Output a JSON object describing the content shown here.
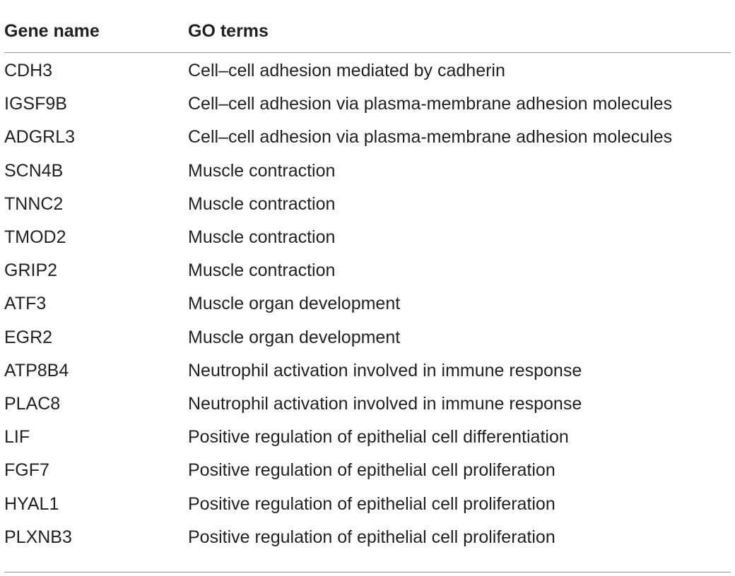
{
  "table": {
    "headers": [
      "Gene name",
      "GO terms"
    ],
    "rows": [
      [
        "CDH3",
        "Cell–cell adhesion mediated by cadherin"
      ],
      [
        "IGSF9B",
        "Cell–cell adhesion via plasma-membrane adhesion molecules"
      ],
      [
        "ADGRL3",
        "Cell–cell adhesion via plasma-membrane adhesion molecules"
      ],
      [
        "SCN4B",
        "Muscle contraction"
      ],
      [
        "TNNC2",
        "Muscle contraction"
      ],
      [
        "TMOD2",
        "Muscle contraction"
      ],
      [
        "GRIP2",
        "Muscle contraction"
      ],
      [
        "ATF3",
        "Muscle organ development"
      ],
      [
        "EGR2",
        "Muscle organ development"
      ],
      [
        "ATP8B4",
        "Neutrophil activation involved in immune response"
      ],
      [
        "PLAC8",
        "Neutrophil activation involved in immune response"
      ],
      [
        "LIF",
        "Positive regulation of epithelial cell differentiation"
      ],
      [
        "FGF7",
        "Positive regulation of epithelial cell proliferation"
      ],
      [
        "HYAL1",
        "Positive regulation of epithelial cell proliferation"
      ],
      [
        "PLXNB3",
        "Positive regulation of epithelial cell proliferation"
      ]
    ]
  }
}
